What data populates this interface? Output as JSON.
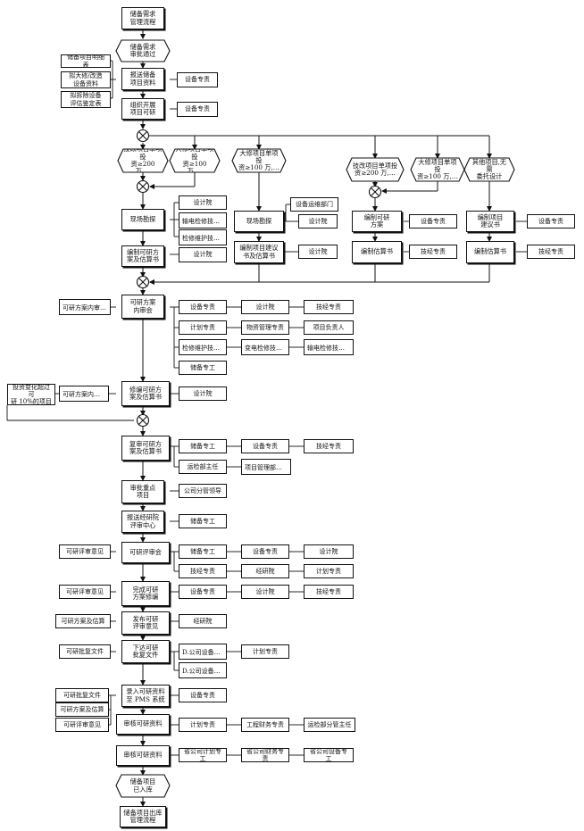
{
  "start": "储备需求\n管理流程",
  "approved": "储备需求\n审批通过",
  "submit": "报送储备\n项目资料",
  "feasibility": "组织开展\n项目可研",
  "side_docs": [
    "储备项目明细表",
    "拟大修/改造\n设备资料",
    "拟拆除设备\n评估鉴定表"
  ],
  "equip_specialist": "设备专责",
  "branches": [
    "技改项目单项投\n资≥200 万,…",
    "大修项目单项投\n资≥100 万,…",
    "大修项目单项投\n资≥100 万,…",
    "技改项目单项投\n资≥200 万,…",
    "大修项目单项投\n资≥100 万,…",
    "其他项目,无需\n委托设计"
  ],
  "site_survey": "现场勘探",
  "site_survey2": "现场勘探",
  "design_inst": "设计院",
  "line_maint_tech": "输电检修技术专…",
  "repair_maint_tech": "检修维护技术专…",
  "equip_ops_dept": "设备运维部门",
  "draft_study": "编制可研方\n案及估算书",
  "draft_plan": "编制项目建议\n书及估算书",
  "draft_study_scheme": "编制可研\n方案",
  "draft_estimate": "编制估算书",
  "draft_suggestion": "编制项目\n建议书",
  "tech_econ": "技经专责",
  "internal_review": "可研方案\n内审会",
  "internal_review_opinion": "可研方案内审意…",
  "internal_row1": [
    "设备专责",
    "设计院",
    "技经专责"
  ],
  "internal_row2": [
    "计划专责",
    "物资管理专责",
    "项目负责人"
  ],
  "internal_row3": [
    "检修维护技术专…",
    "变电检修技术专…",
    "输电检修技术专…"
  ],
  "reserve_engineer": "储备专工",
  "invest_change": "投资变化超过可\n研 10%的项目",
  "internal_opinion2": "可研方案内审意…",
  "revise": "修编可研方\n案及估算书",
  "recheck": "复审可研方\n案及估算书",
  "recheck_row1": [
    "储备专工",
    "设备专责",
    "技经专责"
  ],
  "recheck_row2": [
    "运检部主任",
    "项目管理部门主…"
  ],
  "approve_key": "审批重点\n项目",
  "company_leader": "公司分管领导",
  "send_review": "报送经研院\n评审中心",
  "review_meeting": "可研评审会",
  "review_opinion": "可研评审意见",
  "review_row1": [
    "储备专工",
    "设备专责",
    "设计院"
  ],
  "review_row2": [
    "技经专责",
    "经研院",
    "计划专责"
  ],
  "finalize": "完成可研\n方案修编",
  "finalize_row": [
    "设备专责",
    "设计院",
    "技经专责"
  ],
  "publish": "发布可研\n评审意见",
  "study_estimate": "可研方案及估算",
  "econ_institute": "经研院",
  "issue": "下达可研\n批复文件",
  "approval_doc": "可研批复文件",
  "issue_row1": [
    "D.公司设备管理…",
    "计划专责"
  ],
  "issue_row2": [
    "D.公司设备管理…"
  ],
  "enter_pms": "录入可研资料\n至 PMS 系统",
  "pms_inputs": [
    "可研批复文件",
    "可研方案及估算",
    "可研评审意见"
  ],
  "audit1": "审核可研资料",
  "audit1_row": [
    "计划专责",
    "工程财务专责",
    "运检部分管主任"
  ],
  "audit2": "审核可研资料",
  "audit2_row": [
    "省公司计划专工",
    "省公司财务专责",
    "省公司设备专工"
  ],
  "stored": "储备项目\n已入库",
  "end": "储备项目出库\n管理流程"
}
